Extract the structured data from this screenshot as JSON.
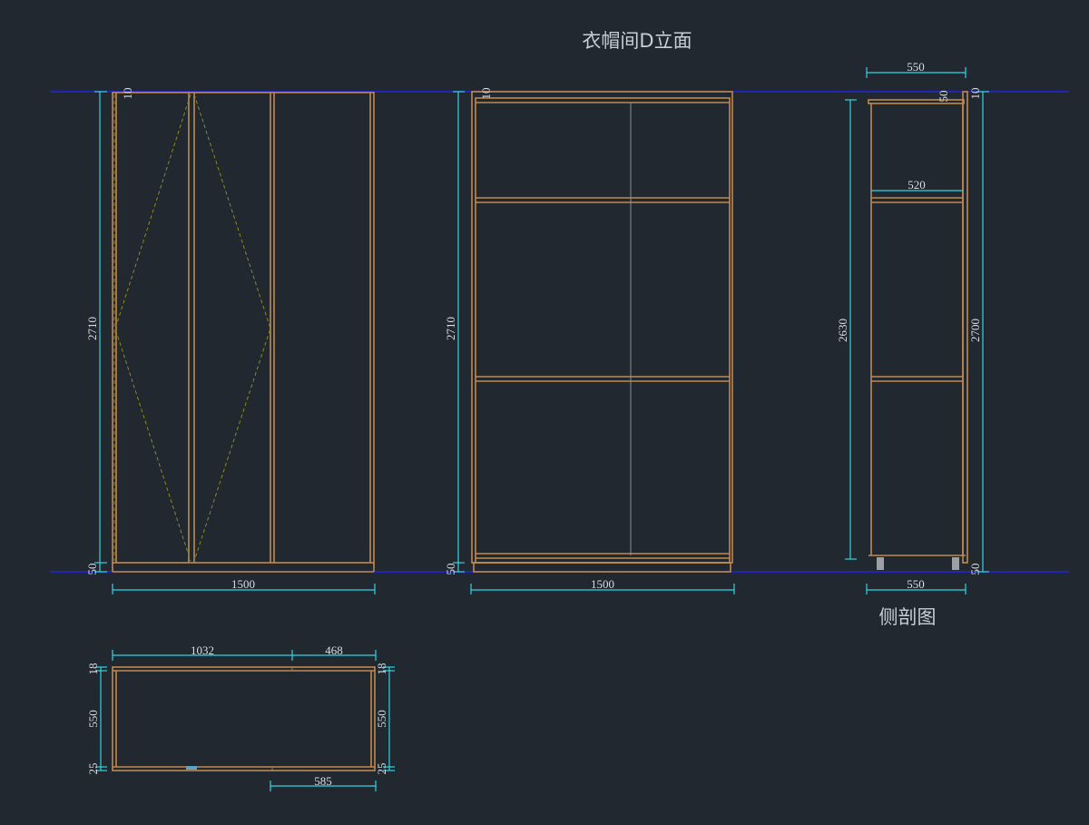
{
  "drawing": {
    "title": "衣帽间D立面",
    "side_section_label": "侧剖图"
  },
  "front_elevation": {
    "height_dim": "2710",
    "top_dim": "10",
    "bottom_dim": "50",
    "width_dim": "1500"
  },
  "interior_elevation": {
    "height_dim": "2710",
    "top_dim": "10",
    "bottom_dim": "50",
    "width_dim": "1500"
  },
  "side_section": {
    "top_width_dim": "550",
    "shelf_width_dim": "520",
    "inner_height_dim": "2630",
    "total_height_dim": "2700",
    "top_dim": "10",
    "top_dim_2": "50",
    "bottom_dim": "50",
    "bottom_width_dim": "550"
  },
  "plan_view": {
    "left_width_dim": "1032",
    "right_width_dim": "468",
    "top_thick_left": "18",
    "top_thick_right": "18",
    "depth_left": "550",
    "depth_right": "550",
    "bottom_thick_left": "25",
    "bottom_thick_right": "25",
    "bottom_width_dim": "585"
  },
  "colors": {
    "background": "#212830",
    "cabinet_lines": "#c08a4e",
    "dimension_lines": "#2ed6e6",
    "reference_lines": "#2222dd",
    "door_swing_lines": "#8a8a1e"
  }
}
